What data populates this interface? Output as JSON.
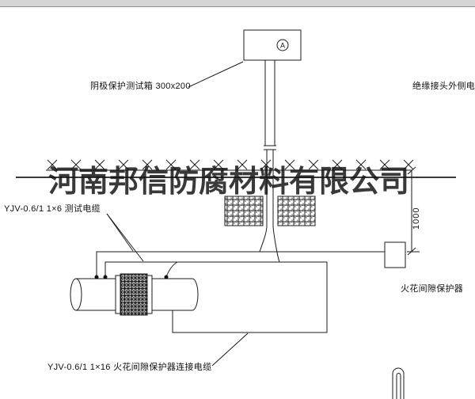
{
  "drawing": {
    "watermark": "河南邦信防腐材料有限公司",
    "labels": {
      "test_box": "阴极保护测试箱 300x200",
      "insulated_joint_cable": "绝缘接头外侧电缆",
      "test_cable": "YJV-0.6/1 1×6  测试电缆",
      "spark_gap_protector": "火花间隙保护器",
      "spark_gap_cable": "YJV-0.6/1 1×16  火花间隙保护器连接电缆",
      "dimension_1000": "1000",
      "meter_symbol": "A"
    },
    "colors": {
      "line": "#1b1b1b",
      "paper": "#ffffff",
      "watermark": "#141414"
    }
  }
}
